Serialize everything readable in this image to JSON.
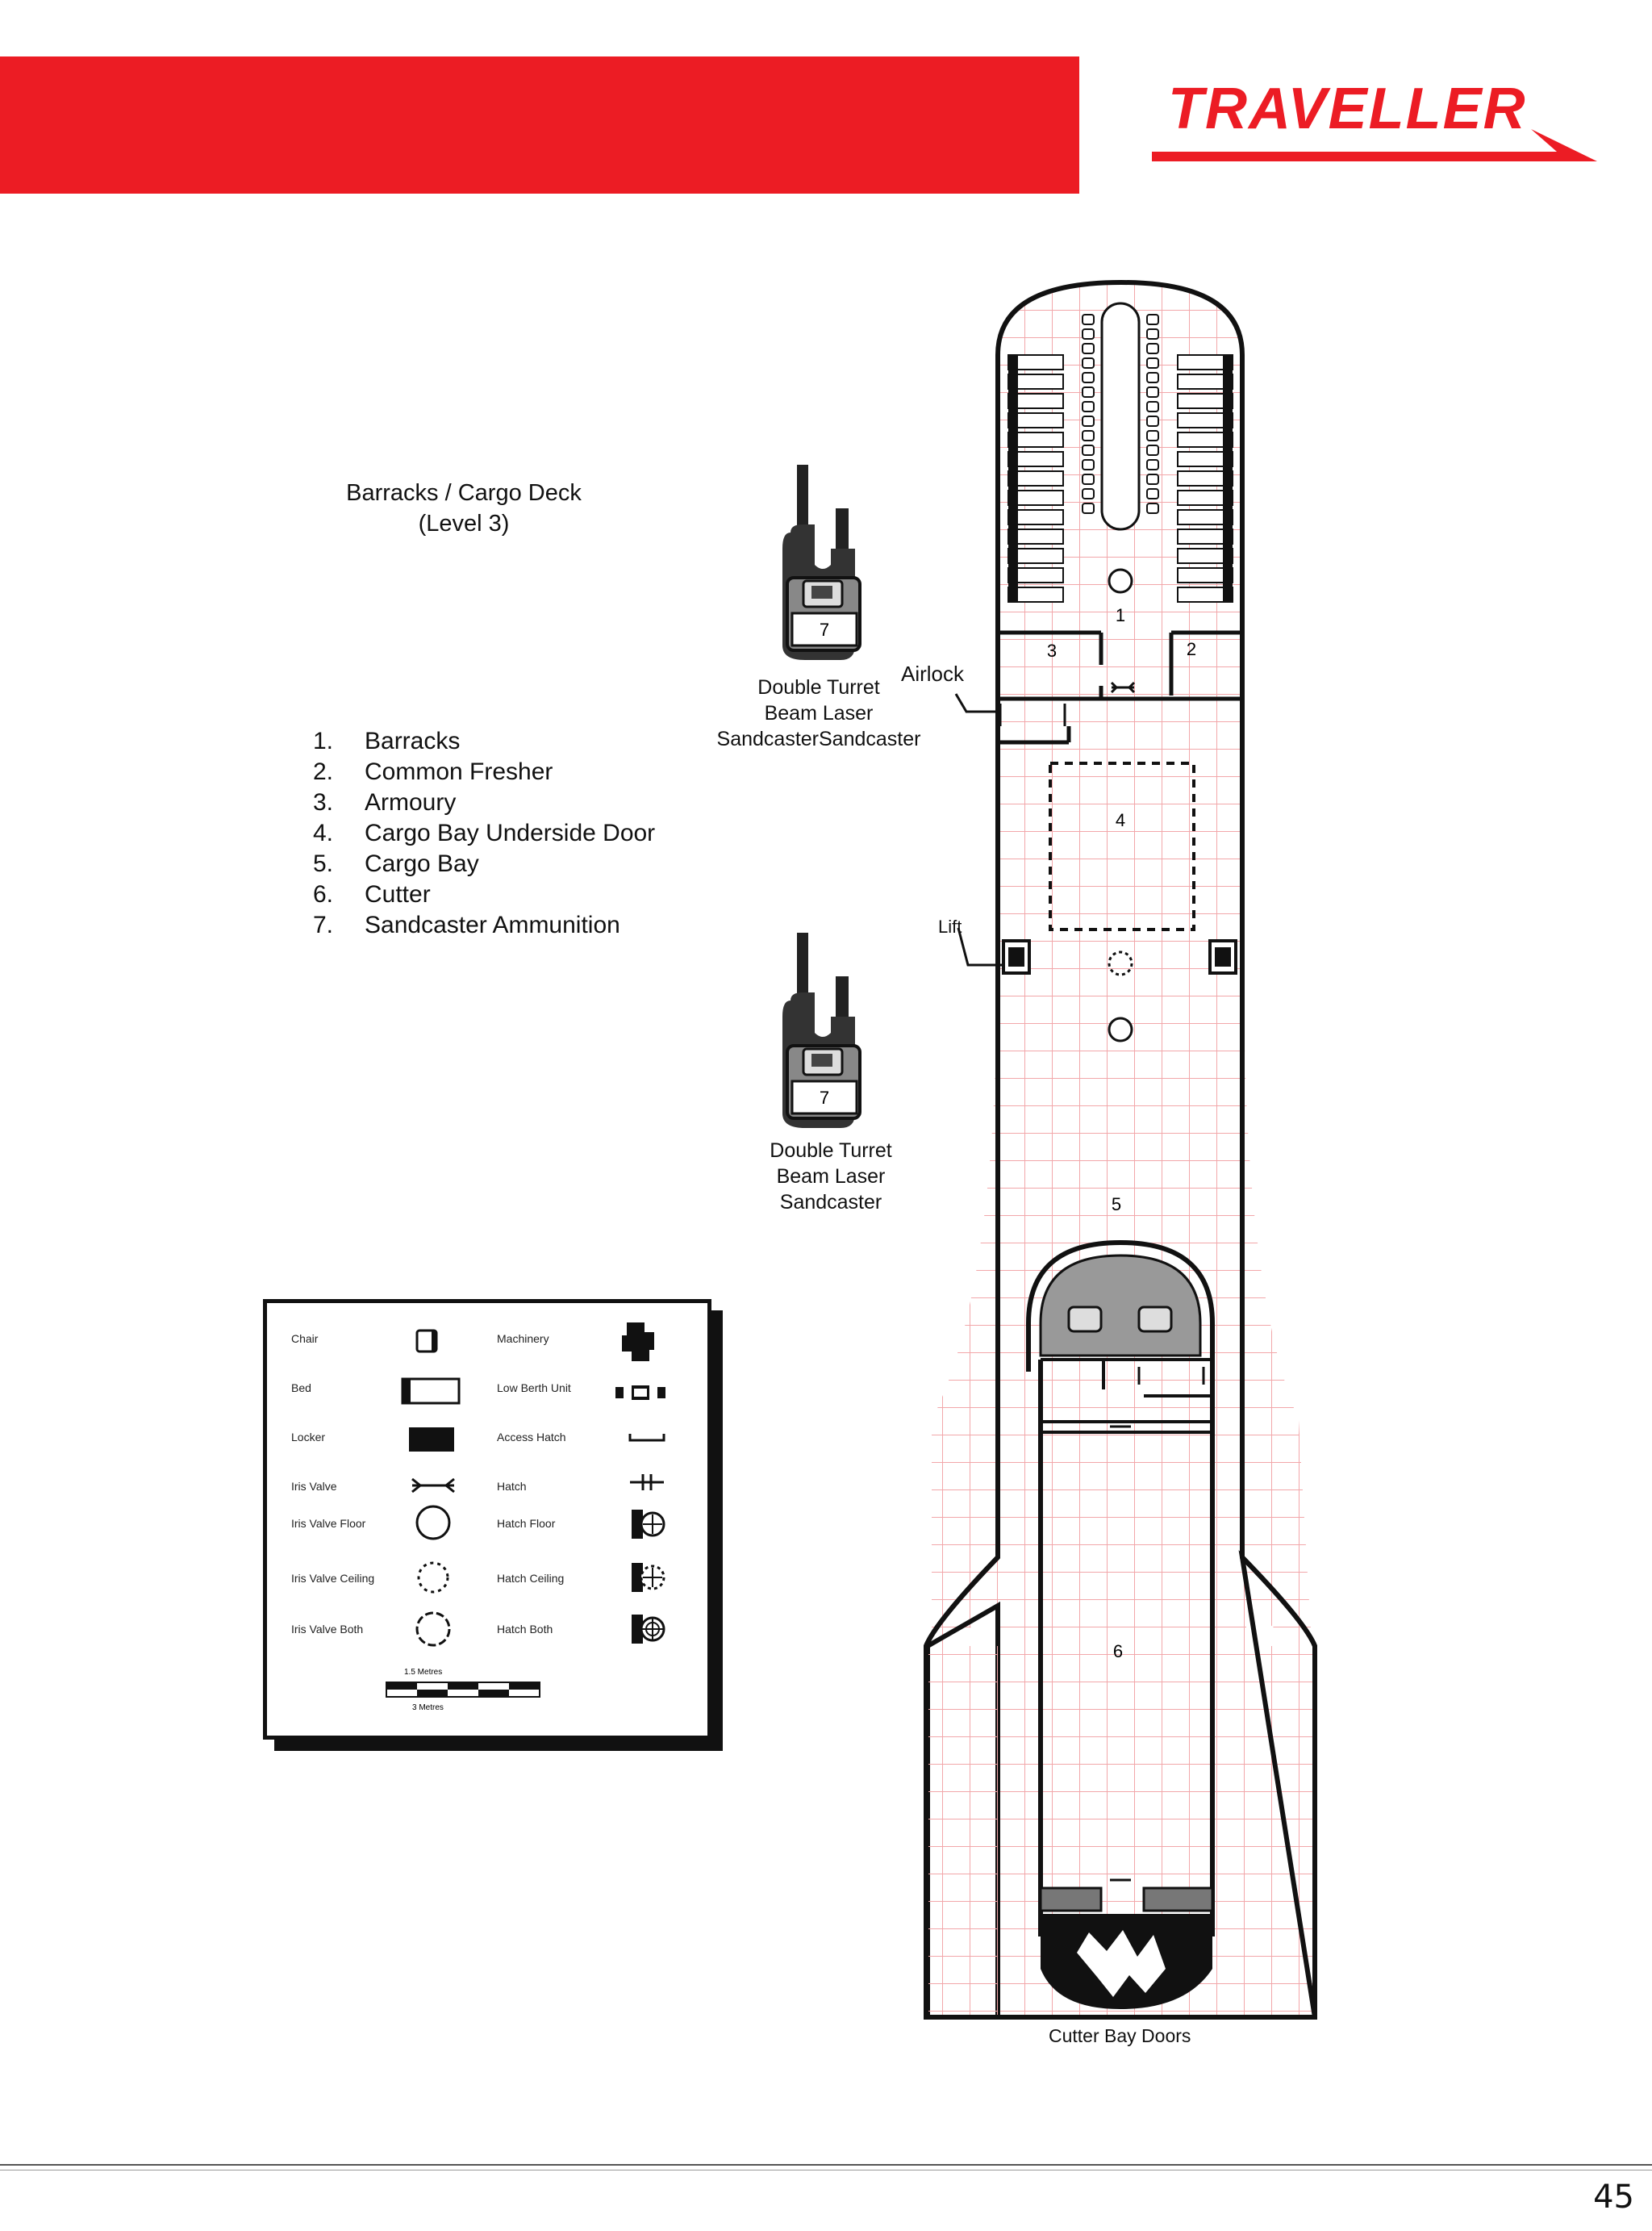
{
  "header": {
    "banner_color": "#ec1c24",
    "logo_text": "TRAVELLER",
    "logo_color": "#ec1c24"
  },
  "deck": {
    "title": "Barracks / Cargo Deck",
    "level": "(Level 3)"
  },
  "legend": [
    {
      "num": "1.",
      "label": "Barracks"
    },
    {
      "num": "2.",
      "label": "Common Fresher"
    },
    {
      "num": "3.",
      "label": "Armoury"
    },
    {
      "num": "4.",
      "label": "Cargo Bay Underside Door"
    },
    {
      "num": "5.",
      "label": "Cargo Bay"
    },
    {
      "num": "6.",
      "label": "Cutter"
    },
    {
      "num": "7.",
      "label": "Sandcaster Ammunition"
    }
  ],
  "turrets": [
    {
      "number": "7",
      "caption": [
        "Double Turret",
        "Beam Laser",
        "SandcasterSandcaster"
      ]
    },
    {
      "number": "7",
      "caption": [
        "Double Turret",
        "Beam Laser",
        "Sandcaster"
      ]
    }
  ],
  "map": {
    "airlock": "Airlock",
    "lift": "Lift",
    "cutter_doors": "Cutter Bay Doors",
    "areas": {
      "a1": "1",
      "a2": "2",
      "a3": "3",
      "a4": "4",
      "a5": "5",
      "a6": "6"
    },
    "grid_color": "#f2a7aa"
  },
  "key": {
    "left": [
      {
        "label": "Chair",
        "icon": "chair-icon"
      },
      {
        "label": "Bed",
        "icon": "bed-icon"
      },
      {
        "label": "Locker",
        "icon": "locker-icon"
      },
      {
        "label": "Iris Valve",
        "icon": "iris-valve-icon"
      },
      {
        "label": "Iris Valve Floor",
        "icon": "iris-valve-floor-icon"
      },
      {
        "label": "Iris Valve Ceiling",
        "icon": "iris-valve-ceiling-icon"
      },
      {
        "label": "Iris Valve Both",
        "icon": "iris-valve-both-icon"
      }
    ],
    "right": [
      {
        "label": "Machinery",
        "icon": "machinery-icon"
      },
      {
        "label": "Low Berth Unit",
        "icon": "low-berth-icon"
      },
      {
        "label": "Access Hatch",
        "icon": "access-hatch-icon"
      },
      {
        "label": "Hatch",
        "icon": "hatch-icon"
      },
      {
        "label": "Hatch Floor",
        "icon": "hatch-floor-icon"
      },
      {
        "label": "Hatch Ceiling",
        "icon": "hatch-ceiling-icon"
      },
      {
        "label": "Hatch Both",
        "icon": "hatch-both-icon"
      }
    ],
    "scale_top": "1.5 Metres",
    "scale_bottom": "3 Metres"
  },
  "footer": {
    "page_number": "45"
  }
}
